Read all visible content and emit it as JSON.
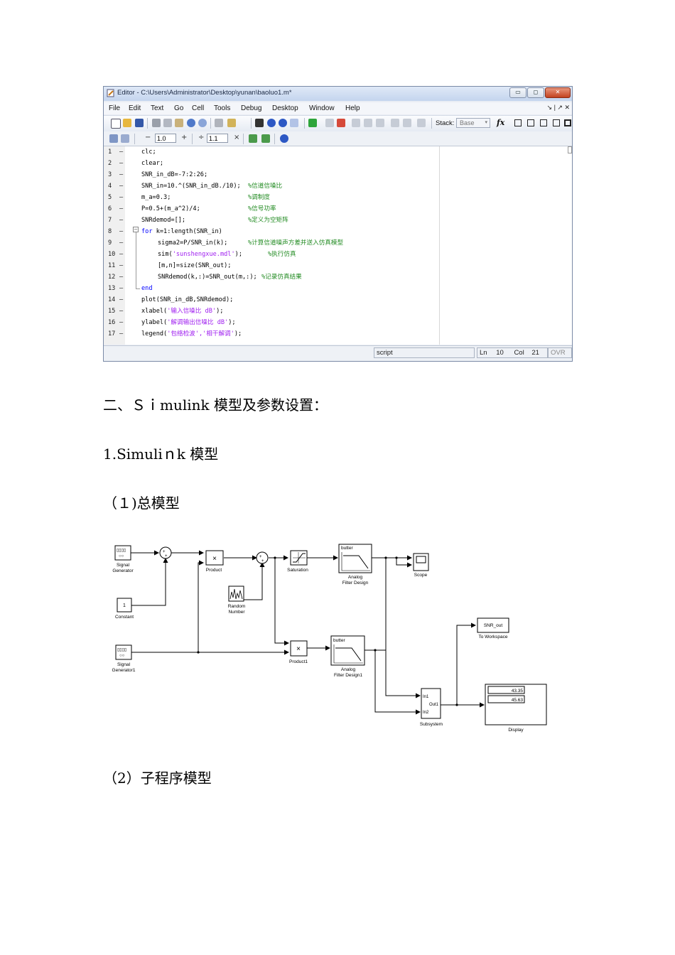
{
  "editor": {
    "title": "Editor - C:\\Users\\Administrator\\Desktop\\yunan\\baoluo1.m*",
    "menu": [
      "File",
      "Edit",
      "Text",
      "Go",
      "Cell",
      "Tools",
      "Debug",
      "Desktop",
      "Window",
      "Help"
    ],
    "stack_label": "Stack:",
    "stack_value": "Base",
    "fx_label": "fx",
    "cell_minus": "−",
    "cell_value1": "1.0",
    "cell_plus": "+",
    "cell_divide": "÷",
    "cell_value2": "1.1",
    "cell_times": "×",
    "code_lines": [
      {
        "n": "1",
        "code": "clc;",
        "comment": ""
      },
      {
        "n": "2",
        "code": "clear;",
        "comment": ""
      },
      {
        "n": "3",
        "code": "SNR_in_dB=-7:2:26;",
        "comment": ""
      },
      {
        "n": "4",
        "code": "SNR_in=10.^(SNR_in_dB./10);",
        "comment": "%信道信噪比"
      },
      {
        "n": "5",
        "code": "m_a=0.3;",
        "comment": "%调制度"
      },
      {
        "n": "6",
        "code": "P=0.5+(m_a^2)/4;",
        "comment": "%信号功率"
      },
      {
        "n": "7",
        "code": "SNRdemod=[];",
        "comment": "%定义为空矩阵"
      },
      {
        "n": "8",
        "kw": "for",
        "code": " k=1:length(SNR_in)",
        "comment": ""
      },
      {
        "n": "9",
        "code": "sigma2=P/SNR_in(k);",
        "comment": "%计算信道噪声方差并送入仿真模型"
      },
      {
        "n": "10",
        "pre": "sim(",
        "str": "'sunshengxue.mdl'",
        "code": ");",
        "comment": "%执行仿真"
      },
      {
        "n": "11",
        "code": "[m,n]=size(SNR_out);",
        "comment": ""
      },
      {
        "n": "12",
        "code": "SNRdemod(k,:)=SNR_out(m,:);",
        "comment": "%记录仿真结果"
      },
      {
        "n": "13",
        "kw": "end",
        "code": "",
        "comment": ""
      },
      {
        "n": "14",
        "code": "plot(SNR_in_dB,SNRdemod);",
        "comment": ""
      },
      {
        "n": "15",
        "pre": "xlabel(",
        "str": "'输入信噪比 dB'",
        "code": ");",
        "comment": ""
      },
      {
        "n": "16",
        "pre": "ylabel(",
        "str": "'解调输出信噪比 dB'",
        "code": ");",
        "comment": ""
      },
      {
        "n": "17",
        "pre": "legend(",
        "str": "'包络检波','相干解调'",
        "code": ");",
        "comment": ""
      }
    ],
    "status": {
      "mode": "script",
      "ln_label": "Ln",
      "ln": "10",
      "col_label": "Col",
      "col": "21",
      "ovr": "OVR"
    }
  },
  "doc": {
    "heading2": "二、Ｓｉmulink 模型及参数设置：",
    "sub1": "1.Simuliｎk 模型",
    "sub1a": "（１)总模型",
    "sub2": "（2）子程序模型"
  },
  "diagram": {
    "blocks": {
      "sg1": "Signal",
      "sg1b": "Generator",
      "constant_val": "1",
      "constant": "Constant",
      "sg2": "Signal",
      "sg2b": "Generator1",
      "product": "Product",
      "rand1": "Random",
      "rand2": "Number",
      "saturation": "Saturation",
      "filter_tag": "butter",
      "filter1a": "Analog",
      "filter1b": "Filter Design",
      "scope": "Scope",
      "product1": "Product1",
      "filter2_tag": "butter",
      "filter2a": "Analog",
      "filter2b": "Filter Design1",
      "workspace_var": "SNR_out",
      "workspace": "To Workspace",
      "sub_in1": "In1",
      "sub_in2": "In2",
      "sub_out1": "Out1",
      "subsystem": "Subsystem",
      "display_v1": "43.35",
      "display_v2": "45.63",
      "display": "Display",
      "plus": "+",
      "times": "×"
    }
  },
  "colors": {
    "keyword": "#0000ff",
    "comment": "#228b22",
    "string": "#a020f0"
  }
}
